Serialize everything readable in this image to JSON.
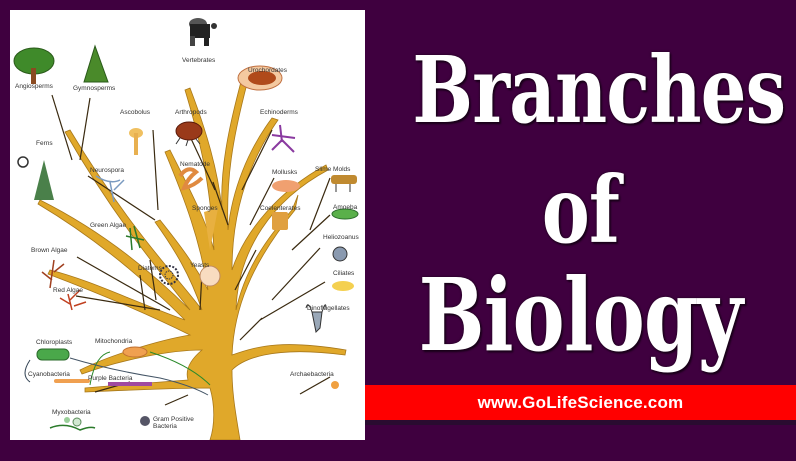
{
  "title": {
    "line1": "Branches",
    "line2": "of",
    "line3": "Biology"
  },
  "banner": {
    "url_text": "www.GoLifeScience.com"
  },
  "colors": {
    "background": "#3f003f",
    "panel": "#ffffff",
    "banner": "#ff0000",
    "trunk": "#e0a82a",
    "title_text": "#ffffff"
  },
  "tree": {
    "labels": {
      "vertebrates": "Vertebrates",
      "urochordates": "Urochordates",
      "angiosperms": "Angiosperms",
      "gymnosperms": "Gymnosperms",
      "ascobolus": "Ascobolus",
      "arthropods": "Arthropods",
      "echinoderms": "Echinoderms",
      "ferns": "Ferns",
      "neurospora": "Neurospora",
      "nematode": "Nematode",
      "mollusks": "Mollusks",
      "slime_molds": "Slime Molds",
      "sponges": "Sponges",
      "coelenterates": "Coelenterates",
      "amoeba": "Amoeba",
      "green_algae": "Green Algae",
      "heliozoans": "Heliozoanus",
      "brown_algae": "Brown Algae",
      "diatoms": "Diatoms",
      "yeasts": "Yeasts",
      "ciliates": "Ciliates",
      "red_algae": "Red Algae",
      "dinoflagellates": "Dinoflagellates",
      "chloroplasts": "Chloroplasts",
      "mitochondria": "Mitochondria",
      "cyanobacteria": "Cyanobacteria",
      "purple_bacteria": "Purple Bacteria",
      "archaebacteria": "Archaebacteria",
      "myxobacteria": "Myxobacteria",
      "gram_positive_1": "Gram Positive",
      "gram_positive_2": "Bacteria"
    }
  }
}
